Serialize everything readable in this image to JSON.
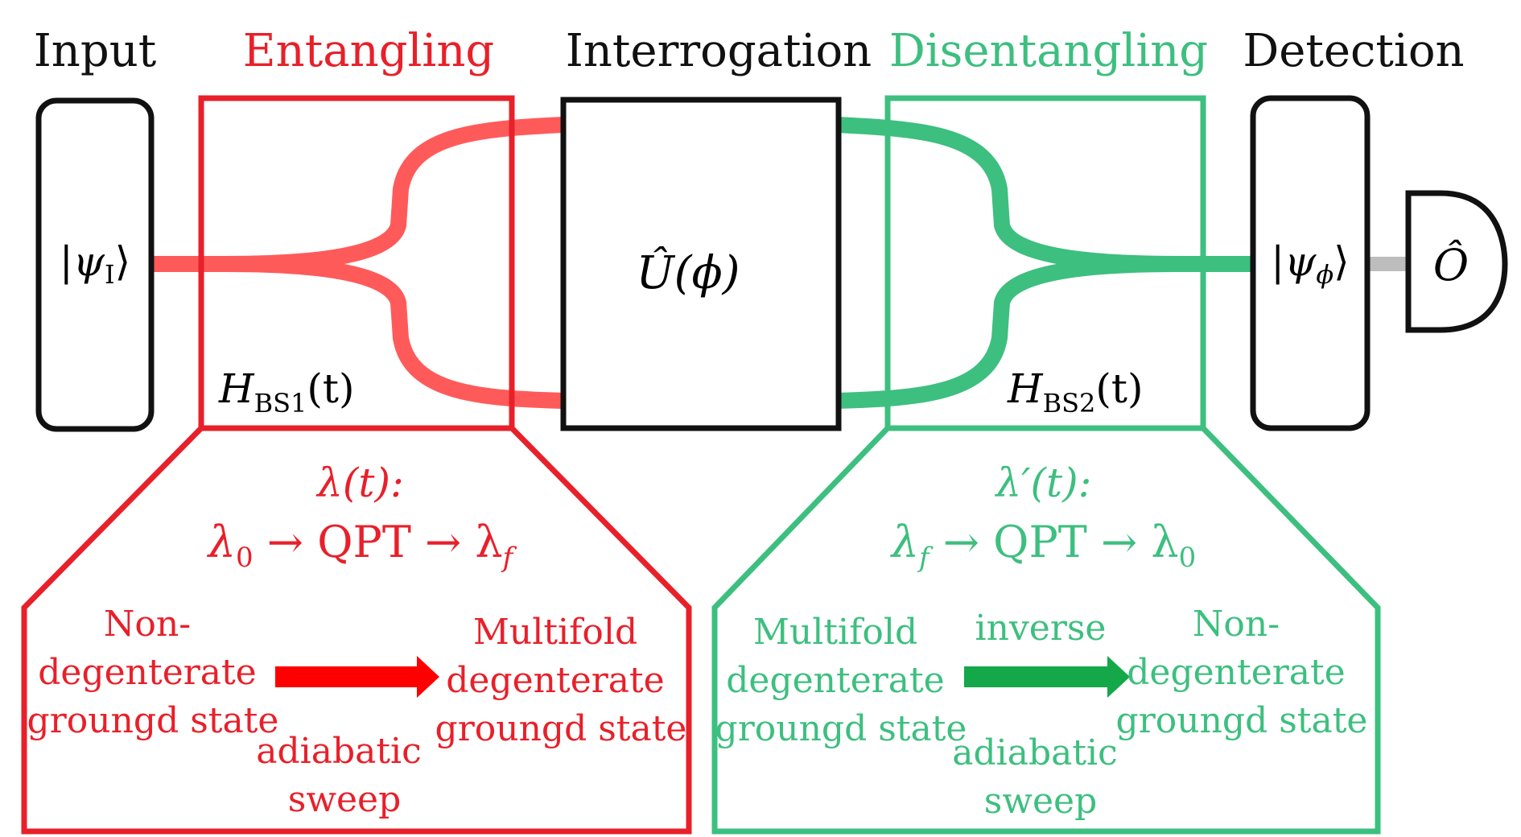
{
  "headers": {
    "input": "Input",
    "entangling": "Entangling",
    "interrogation": "Interrogation",
    "disentangling": "Disentangling",
    "detection": "Detection"
  },
  "colors": {
    "red": "#e8202a",
    "red_fiber": "#ff5a5a",
    "green": "#3dbf7f",
    "green_arrow": "#14a84a",
    "black": "#111111",
    "gray": "#bdbdbd"
  },
  "boxes": {
    "input_state": "|ψ",
    "input_state_sub": "I",
    "input_state_close": "⟩",
    "unitary": "Û(ϕ)",
    "detection_state": "|ψ",
    "detection_state_sub": "ϕ",
    "detection_state_close": "⟩",
    "observable": "Ô"
  },
  "hamiltonians": {
    "bs1": "H",
    "bs1_sub": "BS1",
    "bs1_arg": "(t)",
    "bs2": "H",
    "bs2_sub": "BS2",
    "bs2_arg": "(t)"
  },
  "entangling_panel": {
    "title_line1": "λ(t):",
    "title_line2_a": "λ",
    "title_line2_a_sub": "0",
    "title_line2_b": " → QPT → λ",
    "title_line2_b_sub": "f",
    "left_text": [
      "Non-",
      "degenterate",
      "groungd state"
    ],
    "arrow_label_below": [
      "adiabatic",
      "sweep"
    ],
    "right_text": [
      "Multifold",
      "degenterate",
      "groungd state"
    ]
  },
  "disentangling_panel": {
    "title_line1": "λ′(t):",
    "title_line2_a": "λ",
    "title_line2_a_sub": "f",
    "title_line2_b": " → QPT → λ",
    "title_line2_b_sub": "0",
    "left_text": [
      "Multifold",
      "degenterate",
      "groungd state"
    ],
    "arrow_label_above": "inverse",
    "arrow_label_below": [
      "adiabatic",
      "sweep"
    ],
    "right_text": [
      "Non-",
      "degenterate",
      "groungd state"
    ]
  }
}
